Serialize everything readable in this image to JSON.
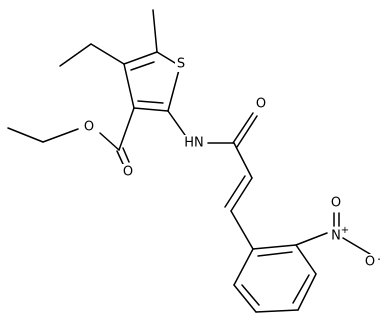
{
  "structure": {
    "atom_labels": {
      "sulfur": "S",
      "amide_nitrogen": "HN",
      "amide_oxygen": "O",
      "ester_carbonyl_oxygen": "O",
      "ester_ether_oxygen": "O",
      "nitro_nitrogen": "N",
      "nitro_nitrogen_charge": "+",
      "nitro_oxygen_double": "O",
      "nitro_oxygen_radical": "O",
      "nitro_oxygen_radical_mark": "·"
    },
    "colors": {
      "bond": "#000000",
      "text": "#000000",
      "background": "#ffffff"
    }
  }
}
